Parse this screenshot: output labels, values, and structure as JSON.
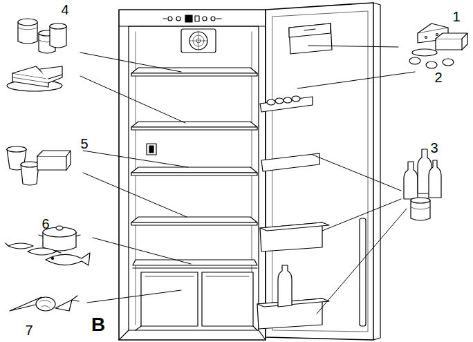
{
  "diagram": {
    "labels": [
      "4",
      "1",
      "2",
      "3",
      "5",
      "6",
      "7",
      "B"
    ]
  }
}
